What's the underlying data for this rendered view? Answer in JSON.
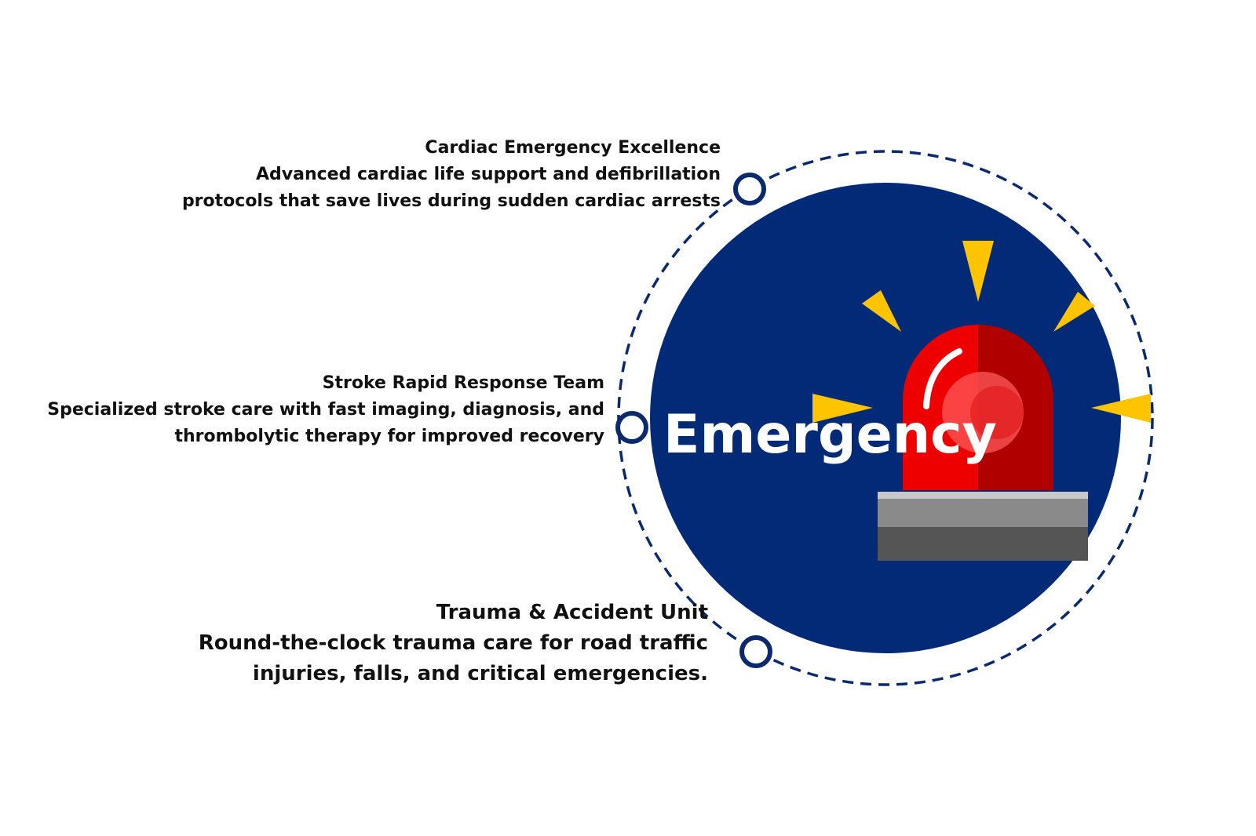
{
  "colors": {
    "navy": "#032a76",
    "ring": "#0b2a6e",
    "siren_red": "#ee0000",
    "siren_dark_red": "#b00000",
    "ray_yellow": "#ffc400",
    "base_light": "#8a8a8a",
    "base_dark": "#555555",
    "text": "#111111",
    "label": "#ffffff"
  },
  "center": {
    "label": "Emergency",
    "icon": "siren-icon"
  },
  "callouts": [
    {
      "title": "Cardiac Emergency Excellence",
      "lines": [
        "Advanced cardiac life support and defibrillation",
        "protocols that save lives during sudden cardiac arrests"
      ]
    },
    {
      "title": "Stroke Rapid Response Team",
      "lines": [
        "Specialized stroke care with fast imaging, diagnosis, and",
        "thrombolytic therapy for improved recovery"
      ]
    },
    {
      "title": "Trauma & Accident Unit",
      "lines": [
        "Round-the-clock trauma care for road traffic",
        "injuries, falls, and critical emergencies."
      ]
    }
  ]
}
